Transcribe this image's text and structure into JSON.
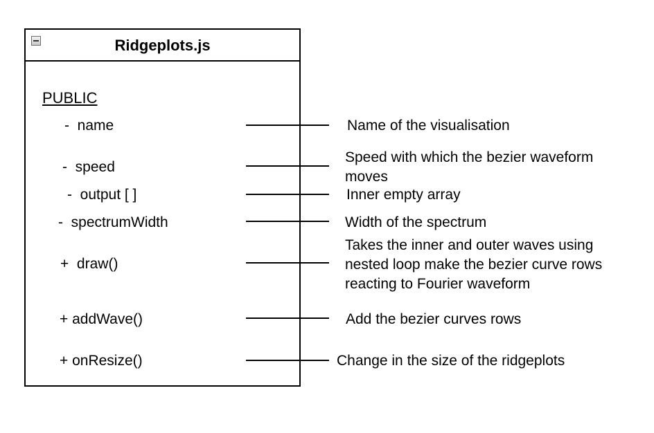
{
  "class": {
    "title": "Ridgeplots.js",
    "section": "PUBLIC"
  },
  "members": [
    {
      "label": "-  name",
      "description": "Name of the visualisation"
    },
    {
      "label": "-  speed",
      "description": "Speed with which the bezier waveform moves"
    },
    {
      "label": "-  output [ ]",
      "description": "Inner empty array"
    },
    {
      "label": "-  spectrumWidth",
      "description": "Width of the spectrum"
    },
    {
      "label": "+  draw()",
      "description": "Takes the inner and outer waves using nested loop make the bezier curve rows reacting to Fourier waveform"
    },
    {
      "label": "+ addWave()",
      "description": "Add the bezier curves rows"
    },
    {
      "label": "+ onResize()",
      "description": "Change in the size of the ridgeplots"
    }
  ]
}
